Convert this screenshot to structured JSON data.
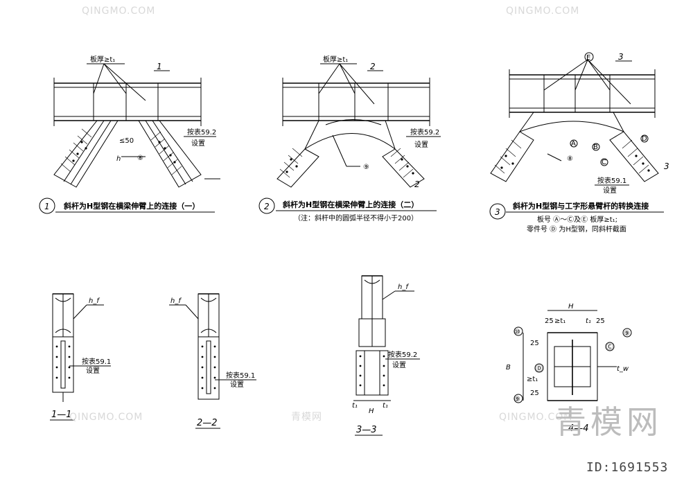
{
  "watermark": {
    "site": "QINGMO.COM",
    "brand": "青模网",
    "id": "ID:1691553"
  },
  "details": [
    {
      "number": "1",
      "caption": "斜杆为H型钢在横梁伸臂上的连接（一）",
      "note": "板厚≥t₁",
      "table_ref": "按表59.2",
      "table_sub": "设置",
      "section_mark": "1",
      "callout": "⑧",
      "dim": "≤50"
    },
    {
      "number": "2",
      "caption": "斜杆为H型钢在横梁伸臂上的连接（二）",
      "note": "板厚≥t₁",
      "table_ref": "按表59.2",
      "table_sub": "设置",
      "section_mark": "2",
      "callout": "⑨",
      "subnote": "（注：斜杆中的圆弧半径不得小于200）"
    },
    {
      "number": "3",
      "caption": "斜杆为H型钢与工字形悬臂杆的转换连接",
      "note": "E",
      "table_ref": "按表59.1",
      "table_sub": "设置",
      "section_mark": "3",
      "callout": "⑧",
      "subnote1": "板号 Ⓐ～Ⓒ及Ⓔ 板厚≥t₁;",
      "subnote2": "零件号 Ⓓ 为H型钢，同斜杆截面",
      "plates": [
        "A",
        "B",
        "C",
        "D"
      ]
    }
  ],
  "sections": [
    {
      "label": "1—1",
      "weld": "h_f",
      "table_ref": "按表59.1",
      "table_sub": "设置"
    },
    {
      "label": "2—2",
      "weld": "h_f",
      "table_ref": "按表59.1",
      "table_sub": "设置"
    },
    {
      "label": "3—3",
      "weld": "h_f",
      "table_ref": "按表59.2",
      "table_sub": "设置",
      "dims": [
        "t₁",
        "H",
        "t₁"
      ]
    },
    {
      "label": "4—4",
      "dims": [
        "H",
        "25",
        "≥t₁",
        "t₁",
        "25",
        "B",
        "25",
        "25",
        "≥t₁",
        "t_w"
      ],
      "callouts": [
        "⑩",
        "⑨",
        "Ⓒ",
        "Ⓓ",
        "⑨"
      ]
    }
  ]
}
